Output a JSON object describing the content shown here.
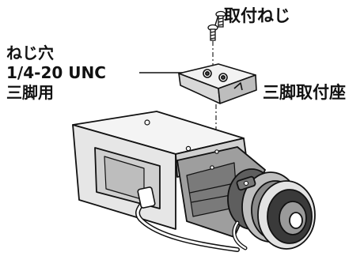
{
  "labels": {
    "mounting_screw": "取付ねじ",
    "screw_hole_line1": "ねじ穴",
    "screw_hole_line2": "1/4-20 UNC",
    "screw_hole_line3": "三脚用",
    "tripod_mount": "三脚取付座"
  }
}
